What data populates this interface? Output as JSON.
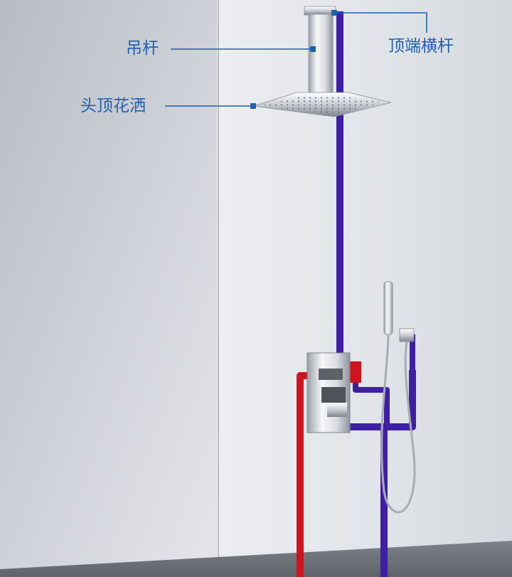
{
  "labels": {
    "hanging_rod": "吊杆",
    "top_crossbar": "顶端横杆",
    "overhead_shower": "头顶花洒"
  },
  "colors": {
    "label_text": "#1f5fb0",
    "leader_line": "#1f5fb0",
    "hot_pipe": "#d0141e",
    "cold_pipe": "#3f1fa6",
    "chrome": "#e6e8ec"
  }
}
